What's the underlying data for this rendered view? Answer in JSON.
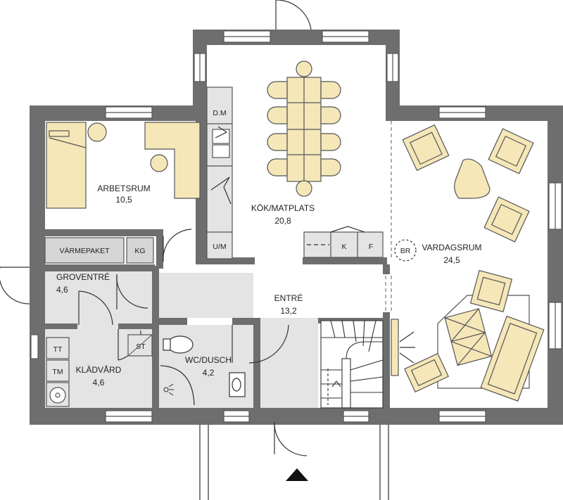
{
  "colors": {
    "wall": "#6e6e6e",
    "floor_tile": "#e4e4e4",
    "furniture": "#f5e7b8",
    "furniture_stroke": "#555555",
    "window": "#ffffff",
    "line": "#333333"
  },
  "rooms": {
    "arbetsrum": {
      "name": "ARBETSRUM",
      "area": "10,5"
    },
    "kok": {
      "name": "KÖK/MATPLATS",
      "area": "20,8"
    },
    "vardagsrum": {
      "name": "VARDAGSRUM",
      "area": "24,5"
    },
    "groventre": {
      "name": "GROVENTRÉ",
      "area": "4,6"
    },
    "entre": {
      "name": "ENTRÉ",
      "area": "13,2"
    },
    "kladvard": {
      "name": "KLÄDVÅRD",
      "area": "4,6"
    },
    "wc": {
      "name": "WC/DUSCH",
      "area": "4,2"
    }
  },
  "fixtures": {
    "varmepaket": "VÄRMEPAKET",
    "kg": "KG",
    "dm": "D.M",
    "um": "U/M",
    "k": "K",
    "f": "F",
    "br": "BR",
    "st": "ST",
    "tt": "TT",
    "tm": "TM"
  },
  "icons": [
    "door-swing-icon",
    "window-icon",
    "staircase-icon",
    "entrance-arrow-icon",
    "fireplace-icon",
    "sink-icon",
    "toilet-icon"
  ]
}
